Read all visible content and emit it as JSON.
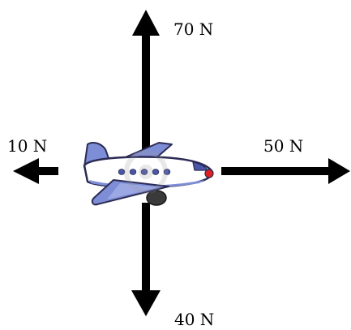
{
  "forces": {
    "up": {
      "label": "70 N"
    },
    "down": {
      "label": "40 N"
    },
    "left": {
      "label": "10 N"
    },
    "right": {
      "label": "50 N"
    }
  },
  "colors": {
    "arrow": "#000000",
    "plane_body": "#ffffff",
    "plane_wing": "#7e8ed6",
    "plane_outline": "#2b2b55",
    "plane_window": "#4a57a8",
    "plane_nose": "#e02020",
    "engine": "#3a3a3a"
  },
  "icons": {
    "subject": "airplane-icon",
    "watermark": "watermark-logo"
  }
}
